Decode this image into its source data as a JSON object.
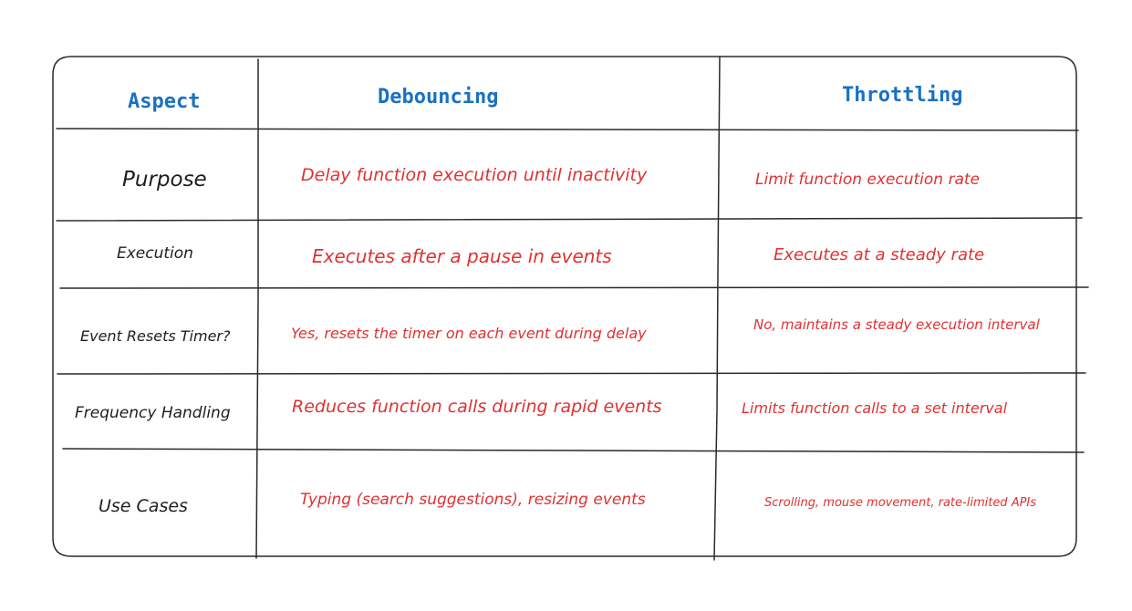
{
  "table": {
    "headers": {
      "aspect": "Aspect",
      "debouncing": "Debouncing",
      "throttling": "Throttling"
    },
    "rows": [
      {
        "aspect": "Purpose",
        "debouncing": "Delay function execution until inactivity",
        "throttling": "Limit function execution rate"
      },
      {
        "aspect": "Execution",
        "debouncing": "Executes after a pause in events",
        "throttling": "Executes at a steady rate"
      },
      {
        "aspect": "Event Resets Timer?",
        "debouncing": "Yes, resets the timer on each event during delay",
        "throttling": "No, maintains a steady execution interval"
      },
      {
        "aspect": "Frequency Handling",
        "debouncing": "Reduces function calls during rapid events",
        "throttling": "Limits function calls to a set interval"
      },
      {
        "aspect": "Use Cases",
        "debouncing": "Typing (search suggestions), resizing events",
        "throttling": "Scrolling, mouse movement, rate-limited APIs"
      }
    ]
  },
  "colors": {
    "header_text": "#1971c2",
    "content_text": "#e03131",
    "aspect_text": "#1e1e1e",
    "lines": "#2a2a2a"
  }
}
